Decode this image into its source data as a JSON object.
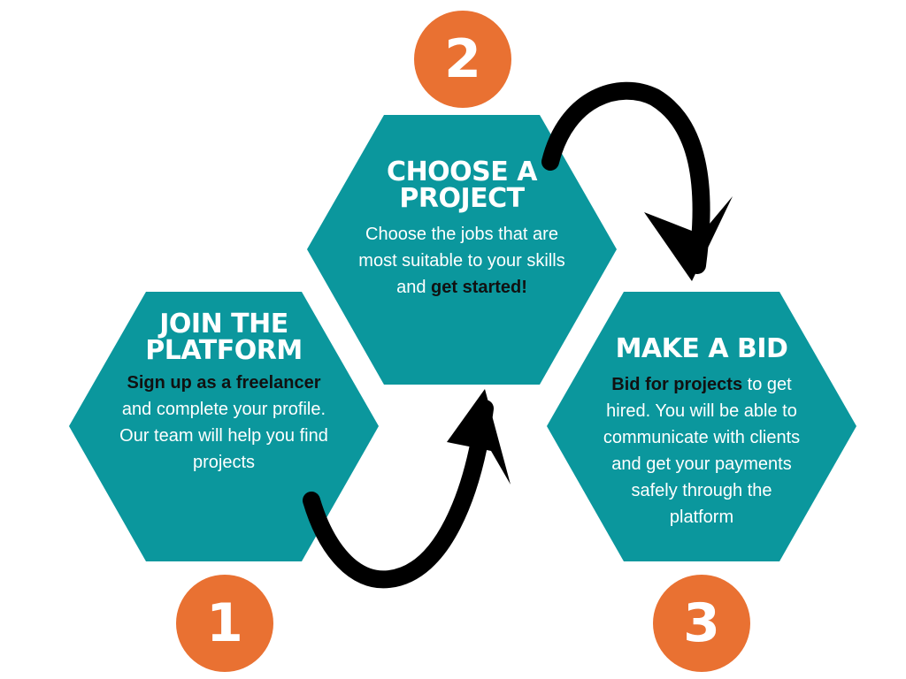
{
  "colors": {
    "hexagon": "#0b979d",
    "badge": "#e97132",
    "arrow": "#000000",
    "highlight": "#111111"
  },
  "steps": [
    {
      "number": "1",
      "title_lines": [
        "JOIN THE",
        "PLATFORM"
      ],
      "body": [
        {
          "text": "Sign up as a",
          "bold": true
        },
        {
          "text": " ",
          "bold": false
        },
        {
          "text": "freelancer",
          "bold": true
        },
        {
          "text": " and complete your profile. Our team will help you find projects",
          "bold": false
        }
      ]
    },
    {
      "number": "2",
      "title_lines": [
        "CHOOSE A",
        "PROJECT"
      ],
      "body": [
        {
          "text": "Choose the jobs that are most suitable to your skills and ",
          "bold": false
        },
        {
          "text": "get started!",
          "bold": true
        }
      ]
    },
    {
      "number": "3",
      "title_lines": [
        "MAKE A BID"
      ],
      "body": [
        {
          "text": "Bid for projects",
          "bold": true
        },
        {
          "text": " to get hired. You will be able to communicate with clients and get your payments safely through the platform",
          "bold": false
        }
      ]
    }
  ],
  "arrows": [
    {
      "from": "1",
      "to": "2",
      "icon": "curved-arrow-icon"
    },
    {
      "from": "2",
      "to": "3",
      "icon": "curved-arrow-icon"
    }
  ]
}
